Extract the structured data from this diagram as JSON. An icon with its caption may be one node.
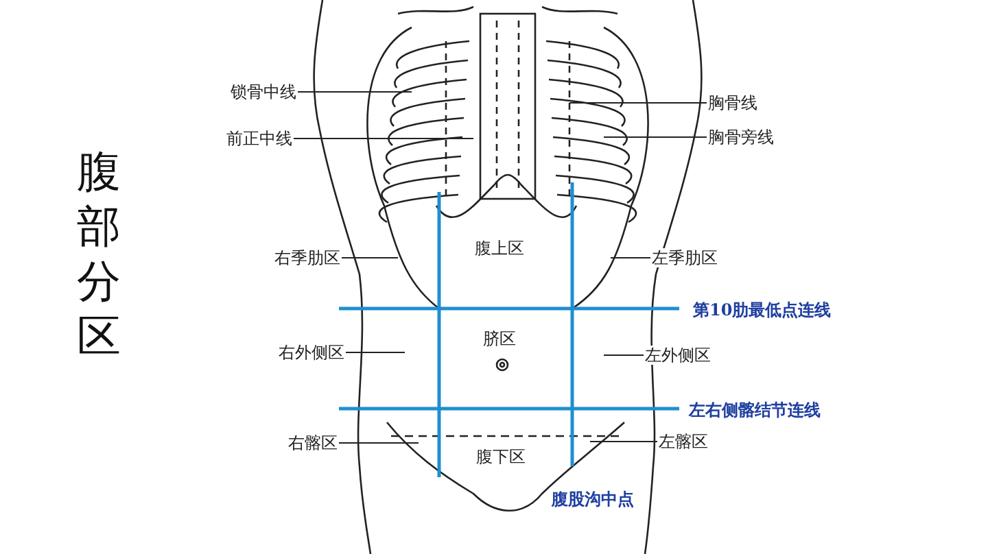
{
  "diagram": {
    "title": "腹部分区",
    "nodes": [
      {
        "text": [
          "锁骨中线"
        ]
      },
      {
        "text": [
          "前正中线"
        ]
      },
      {
        "text": [
          "胸骨线"
        ]
      },
      {
        "text": [
          "胸骨旁线"
        ]
      },
      {
        "text": [
          "右季肋区"
        ]
      },
      {
        "text": [
          "左季肋区"
        ]
      },
      {
        "text": [
          "右外侧区"
        ]
      },
      {
        "text": [
          "左外侧区"
        ]
      },
      {
        "text": [
          "右髂区"
        ]
      },
      {
        "text": [
          "左髂区"
        ]
      }
    ],
    "edges": [
      {
        "from": 0,
        "to": null,
        "arrow": "none"
      },
      {
        "from": 1,
        "to": null,
        "arrow": "none"
      },
      {
        "from": 2,
        "to": null,
        "arrow": "none"
      },
      {
        "from": 3,
        "to": null,
        "arrow": "none"
      },
      {
        "from": 4,
        "to": null,
        "arrow": "none"
      },
      {
        "from": 5,
        "to": null,
        "arrow": "none"
      },
      {
        "from": 6,
        "to": null,
        "arrow": "none"
      },
      {
        "from": 7,
        "to": null,
        "arrow": "none"
      },
      {
        "from": 8,
        "to": null,
        "arrow": "none"
      },
      {
        "from": 9,
        "to": null,
        "arrow": "none"
      }
    ],
    "labels": [
      "腹上区",
      "第10肋最低点连线",
      "脐区",
      "左右侧髂结节连线",
      "腹下区",
      "腹股沟中点"
    ]
  }
}
